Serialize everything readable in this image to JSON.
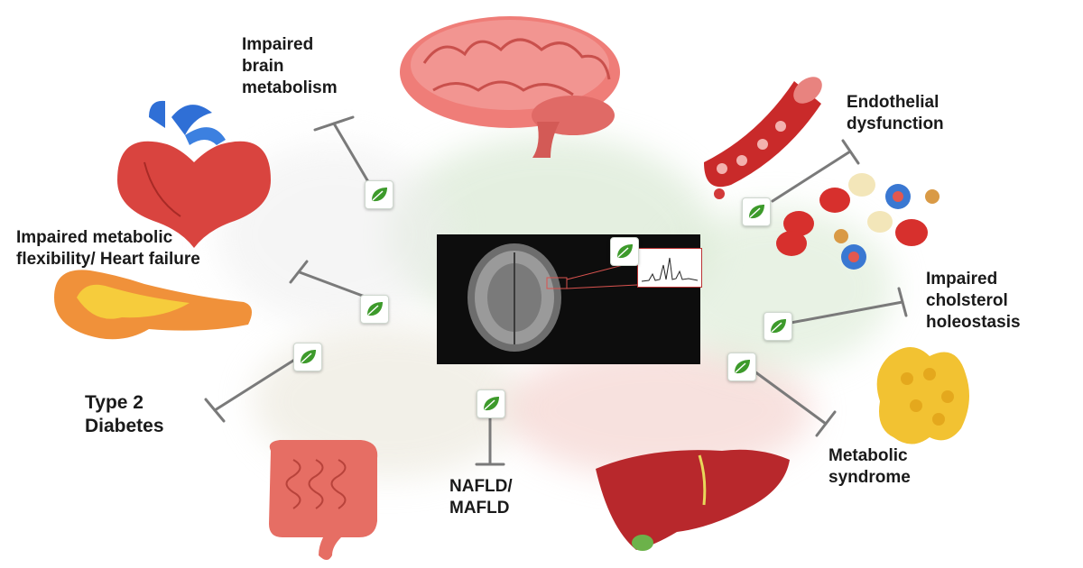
{
  "figure": {
    "labels": {
      "brain": "Impaired\nbrain\nmetabolism",
      "endothelial": "Endothelial\ndysfunction",
      "heart": "Impaired metabolic\nflexibility/ Heart failure",
      "cholesterol": "Impaired\ncholsterol\nholeostasis",
      "diabetes": "Type 2\nDiabetes",
      "nafld": "NAFLD/\nMAFLD",
      "metabolic": "Metabolic\nsyndrome"
    }
  },
  "colors": {
    "leaf_green": "#3d9a2b",
    "organ_red": "#d9534f",
    "liver_red": "#b8282c",
    "inhibit_line": "#7a7a7a",
    "pancreas_orange": "#f0913a",
    "fat_yellow": "#f2c232",
    "background_herbs": "#cfe3c8"
  },
  "icons": {
    "badge": "leaf-icon",
    "organs": [
      "brain-icon",
      "heart-icon",
      "blood-vessel-icon",
      "pancreas-icon",
      "intestine-icon",
      "liver-icon",
      "adipose-tissue-icon",
      "blood-cells-icon",
      "mri-brain-scan",
      "spectrum-plot"
    ]
  }
}
